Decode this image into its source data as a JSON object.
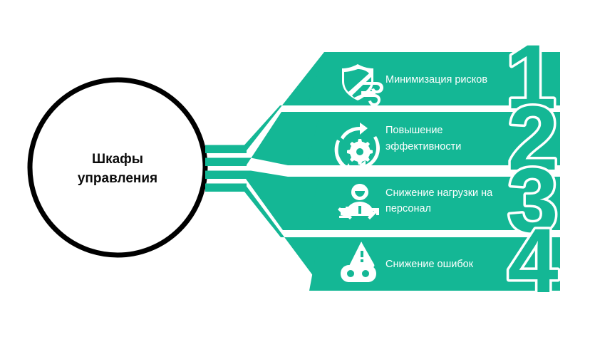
{
  "theme": {
    "accent": "#14b795",
    "panel_text": "#ffffff",
    "hub_text": "#0b0b0b",
    "background": "#ffffff",
    "hub_stroke": "#000000"
  },
  "hub": {
    "name": "central-node",
    "line1": "Шкафы",
    "line2": "управления"
  },
  "rows": [
    {
      "number": "1",
      "icon": "shield-block-wind-icon",
      "label_line1": "Минимизация рисков",
      "label_line2": ""
    },
    {
      "number": "2",
      "icon": "gear-refresh-icon",
      "label_line1": "Повышение",
      "label_line2": "эффективности"
    },
    {
      "number": "3",
      "icon": "person-reduce-arrows-icon",
      "label_line1": "Снижение нагрузки на",
      "label_line2": "персонал"
    },
    {
      "number": "4",
      "icon": "warning-triangle-link-icon",
      "label_line1": "Снижение ошибок",
      "label_line2": ""
    }
  ]
}
